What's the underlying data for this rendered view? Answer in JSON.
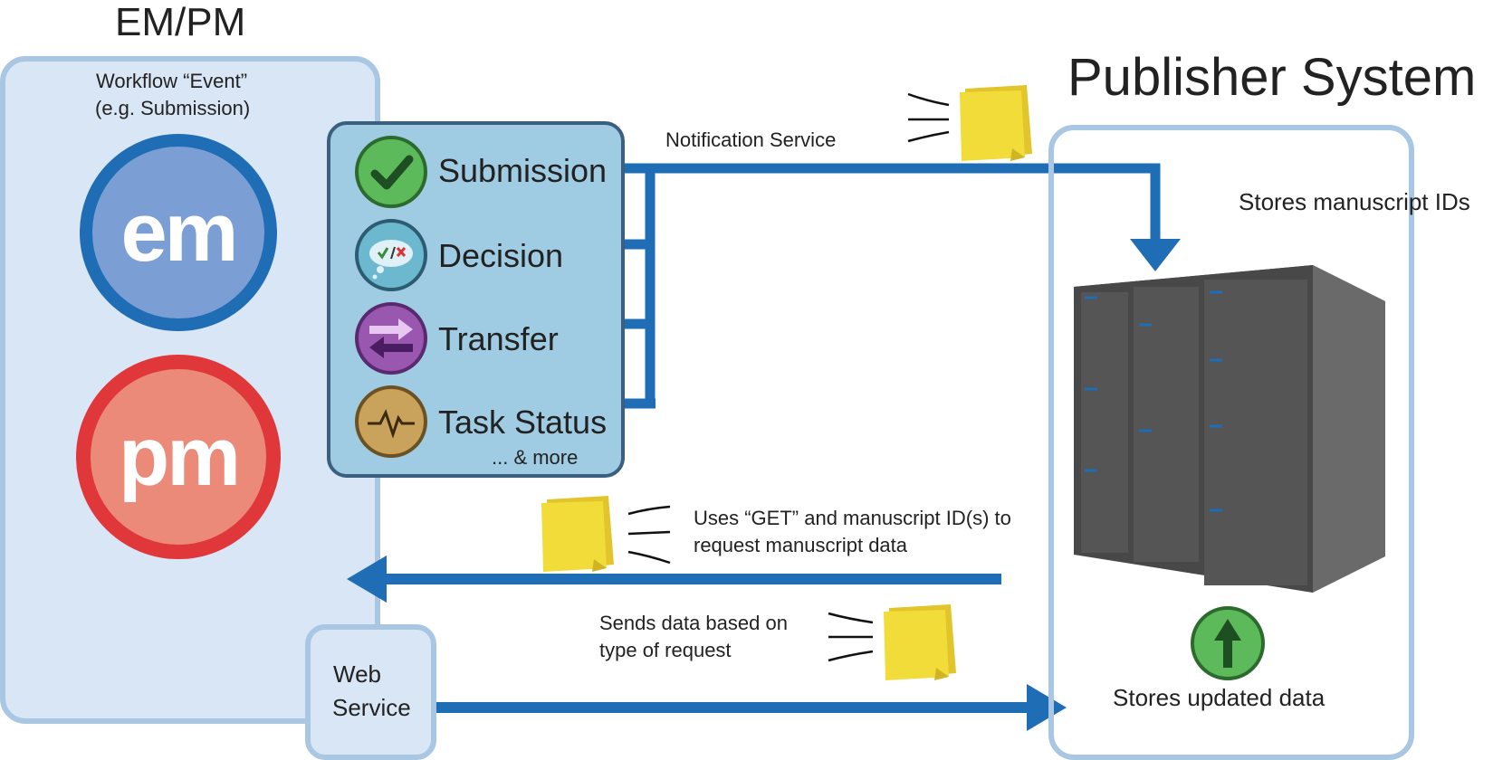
{
  "em_pm": {
    "title": "EM/PM",
    "event_line1": "Workflow “Event”",
    "event_line2": "(e.g. Submission)",
    "em_logo": "em",
    "pm_logo": "pm",
    "web_service_line1": "Web",
    "web_service_line2": "Service"
  },
  "events": [
    {
      "label": "Submission",
      "icon": "checkmark-icon"
    },
    {
      "label": "Decision",
      "icon": "decision-cloud-icon"
    },
    {
      "label": "Transfer",
      "icon": "transfer-arrows-icon"
    },
    {
      "label": "Task Status",
      "icon": "pulse-icon"
    }
  ],
  "events_more": "... & more",
  "publisher": {
    "title": "Publisher System",
    "stores_ids": "Stores manuscript IDs",
    "stores_updated": "Stores updated data"
  },
  "flows": {
    "notification": "Notification Service",
    "get_line1": "Uses “GET” and manuscript ID(s) to",
    "get_line2": "request manuscript data",
    "sends_line1": "Sends data based on",
    "sends_line2": "type of request"
  },
  "colors": {
    "arrow": "#1f6db5",
    "panel_fill": "#d8e6f5",
    "panel_border": "#a9c6e3",
    "em": "#7b9fd4",
    "pm": "#ec8a79",
    "note": "#f2dc3a"
  }
}
